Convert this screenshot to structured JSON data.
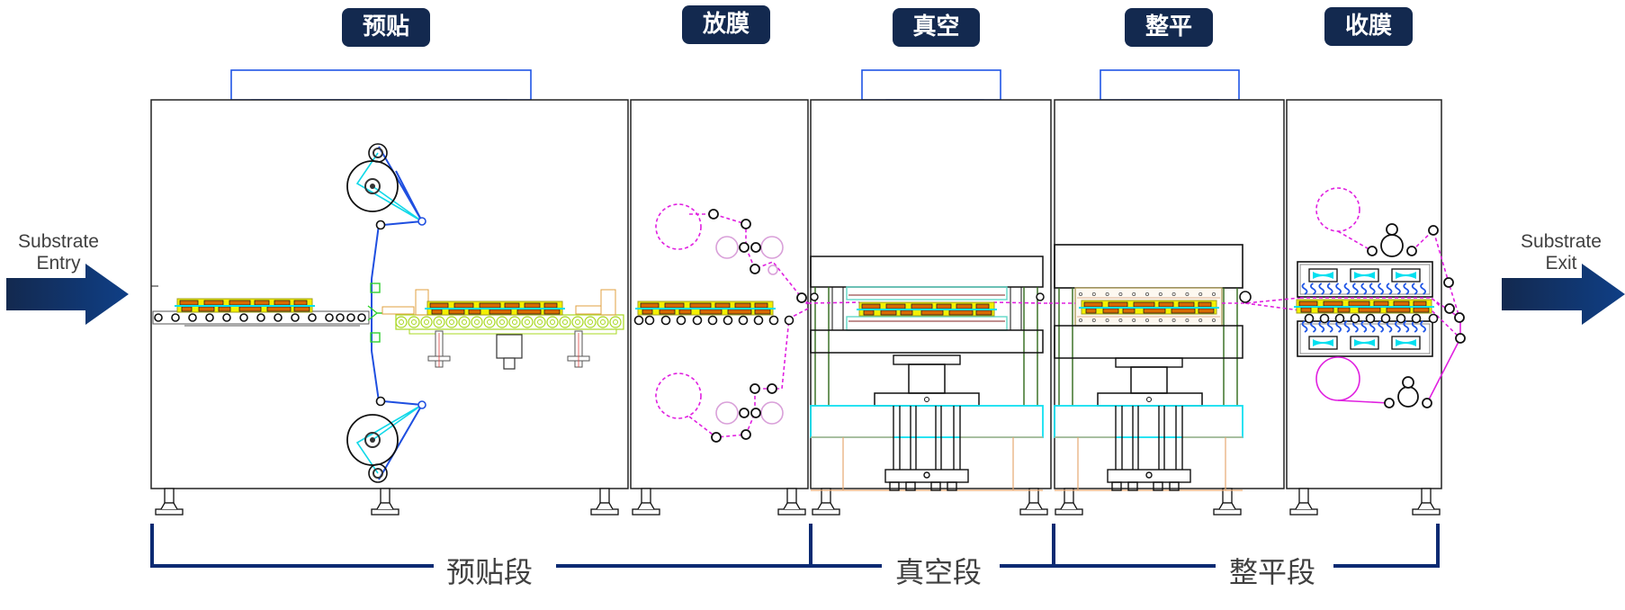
{
  "stations": [
    {
      "id": "pre-lamination",
      "label": "预贴"
    },
    {
      "id": "film-unwind",
      "label": "放膜"
    },
    {
      "id": "vacuum",
      "label": "真空"
    },
    {
      "id": "leveling",
      "label": "整平"
    },
    {
      "id": "film-rewind",
      "label": "收膜"
    }
  ],
  "entry": {
    "line1": "Substrate",
    "line2": "Entry"
  },
  "exit": {
    "line1": "Substrate",
    "line2": "Exit"
  },
  "segments": [
    {
      "id": "pre-lamination-segment",
      "label": "预贴段"
    },
    {
      "id": "vacuum-segment",
      "label": "真空段"
    },
    {
      "id": "leveling-segment",
      "label": "整平段"
    }
  ],
  "colors": {
    "badge": "#13294f",
    "arrow": "#0f3a7a",
    "bracket": "#0b2a72",
    "heater": "#1f55e6",
    "film": "#e020e0",
    "substrate": "#f6f000",
    "chip": "#d86a00",
    "cyan": "#00e0f0",
    "column": "#2f6a1a",
    "leg": "#e6a870"
  }
}
